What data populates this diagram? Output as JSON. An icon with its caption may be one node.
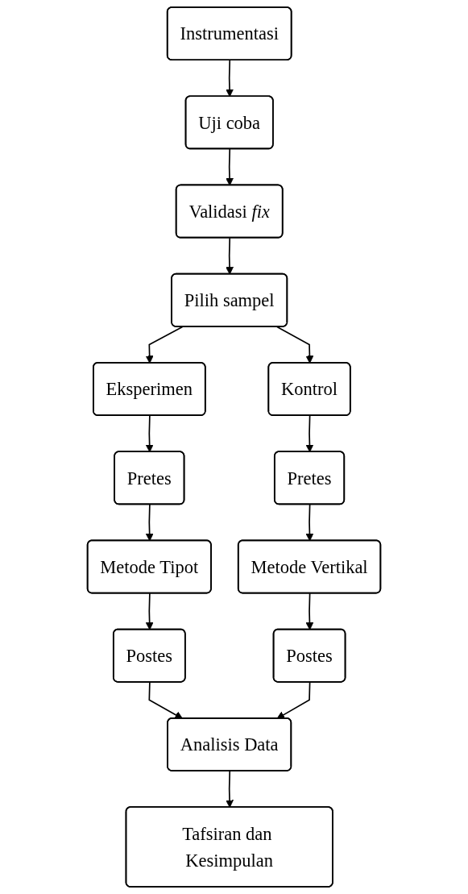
{
  "diagram": {
    "nodes": [
      {
        "text": [
          "Instrumentasi"
        ]
      },
      {
        "text": [
          "Uji coba"
        ]
      },
      {
        "text": [
          "Validasi *fix*"
        ]
      },
      {
        "text": [
          "Pilih sampel"
        ]
      },
      {
        "text": [
          "Eksperimen"
        ]
      },
      {
        "text": [
          "Kontrol"
        ]
      },
      {
        "text": [
          "Pretes"
        ]
      },
      {
        "text": [
          "Pretes"
        ]
      },
      {
        "text": [
          "Metode Tipot"
        ]
      },
      {
        "text": [
          "Metode Vertikal"
        ]
      },
      {
        "text": [
          "Postes"
        ]
      },
      {
        "text": [
          "Postes"
        ]
      },
      {
        "text": [
          "Analisis Data"
        ]
      },
      {
        "text": [
          "Tafsiran dan Kesimpulan"
        ]
      }
    ],
    "edges": [
      {
        "from": 0,
        "to": 1,
        "arrow": "to"
      },
      {
        "from": 1,
        "to": 2,
        "arrow": "to"
      },
      {
        "from": 2,
        "to": 3,
        "arrow": "to"
      },
      {
        "from": 3,
        "to": 4,
        "arrow": "to"
      },
      {
        "from": 3,
        "to": 5,
        "arrow": "to"
      },
      {
        "from": 4,
        "to": 6,
        "arrow": "to"
      },
      {
        "from": 5,
        "to": 7,
        "arrow": "to"
      },
      {
        "from": 6,
        "to": 8,
        "arrow": "to"
      },
      {
        "from": 7,
        "to": 9,
        "arrow": "to"
      },
      {
        "from": 8,
        "to": 10,
        "arrow": "to"
      },
      {
        "from": 9,
        "to": 11,
        "arrow": "to"
      },
      {
        "from": 10,
        "to": 12,
        "arrow": "to"
      },
      {
        "from": 11,
        "to": 12,
        "arrow": "to"
      },
      {
        "from": 12,
        "to": 13,
        "arrow": "to"
      }
    ]
  }
}
